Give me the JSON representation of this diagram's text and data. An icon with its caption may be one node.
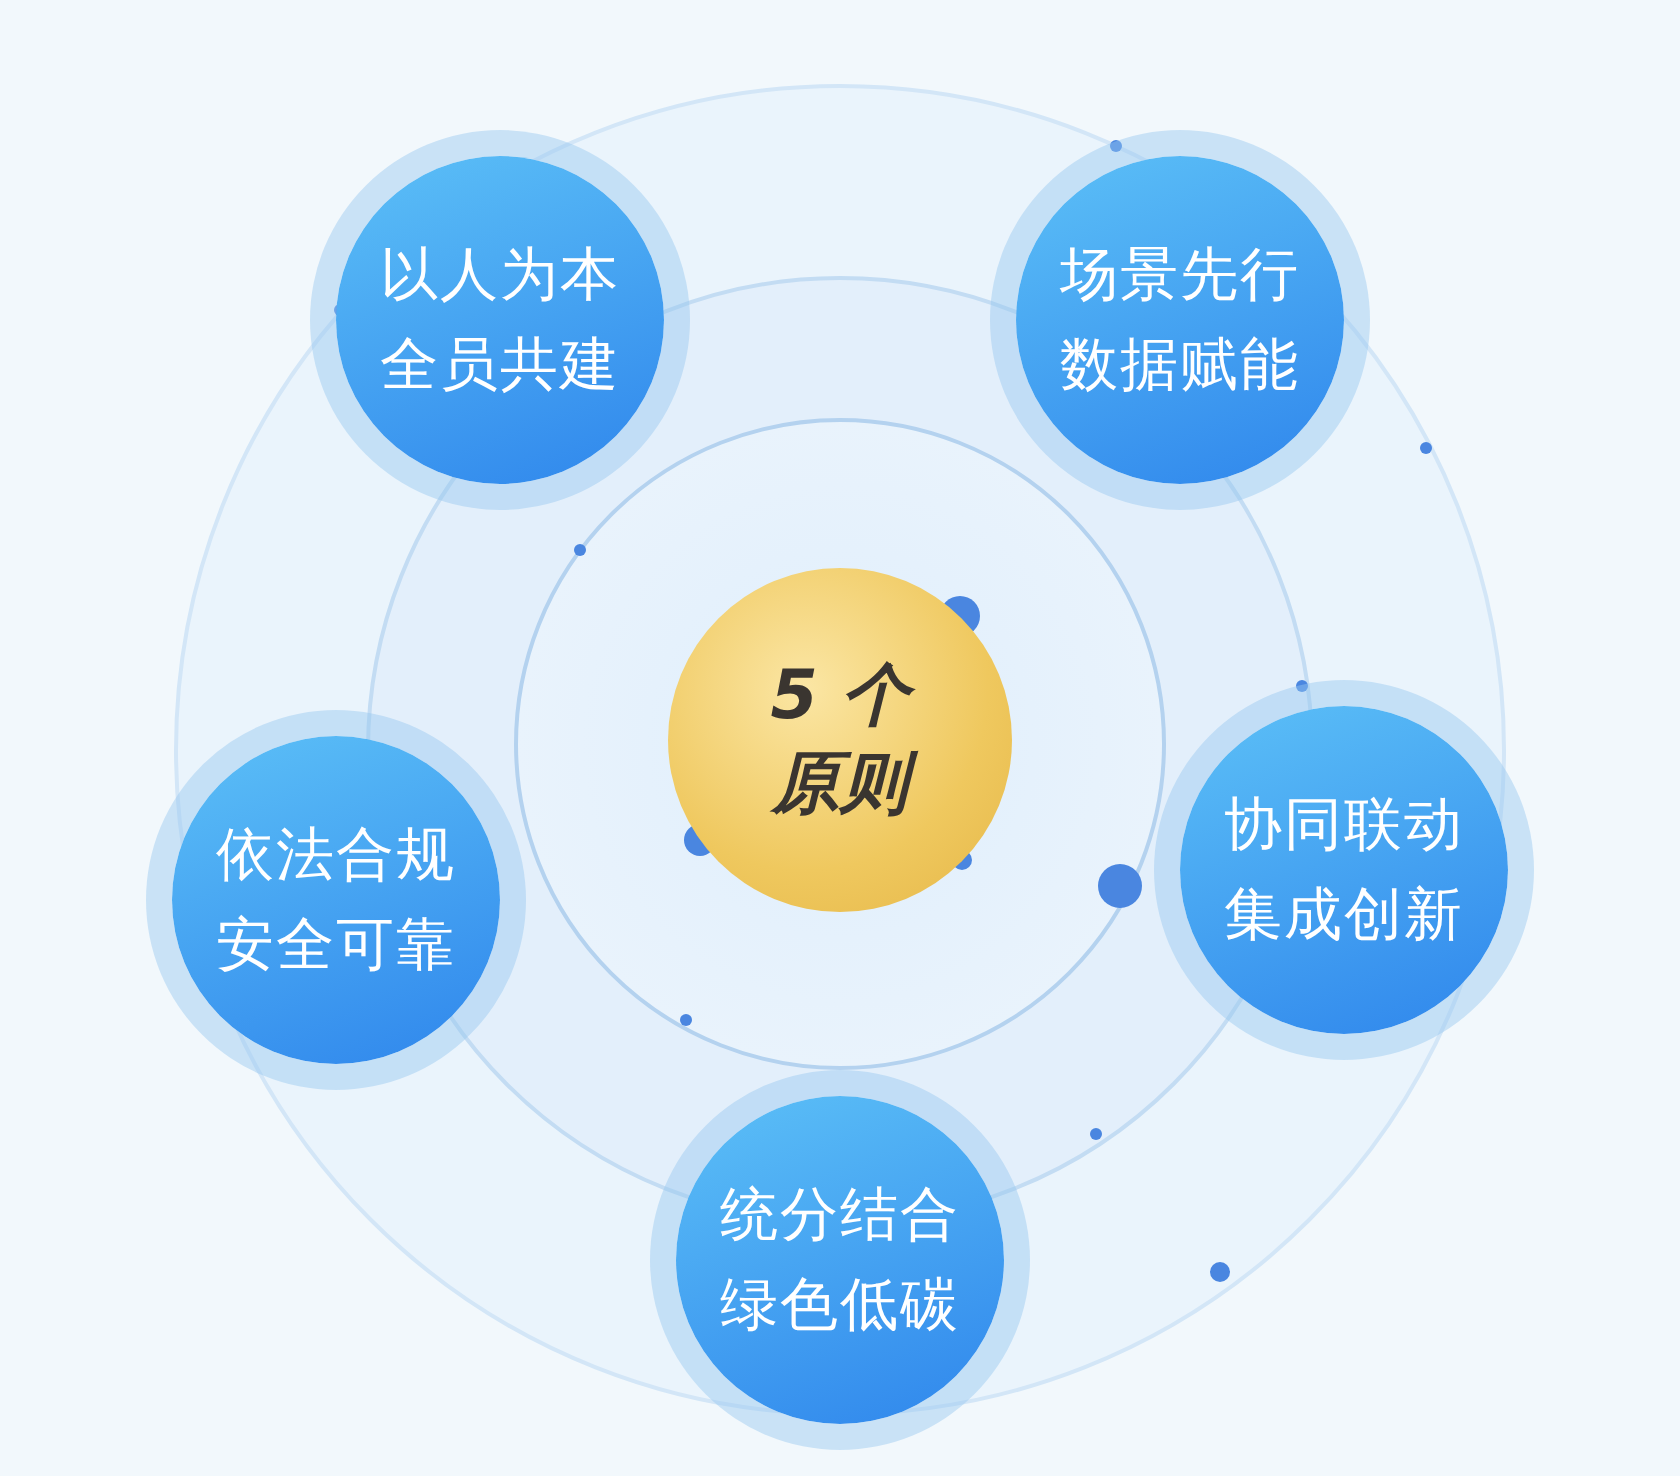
{
  "diagram": {
    "nodes": [
      {
        "text": [
          "5 个原则"
        ]
      },
      {
        "text": [
          "以人为本全员共建"
        ]
      },
      {
        "text": [
          "场景先行数据赋能"
        ]
      },
      {
        "text": [
          "依法合规安全可靠"
        ]
      },
      {
        "text": [
          "协同联动集成创新"
        ]
      },
      {
        "text": [
          "统分结合绿色低碳"
        ]
      }
    ]
  }
}
